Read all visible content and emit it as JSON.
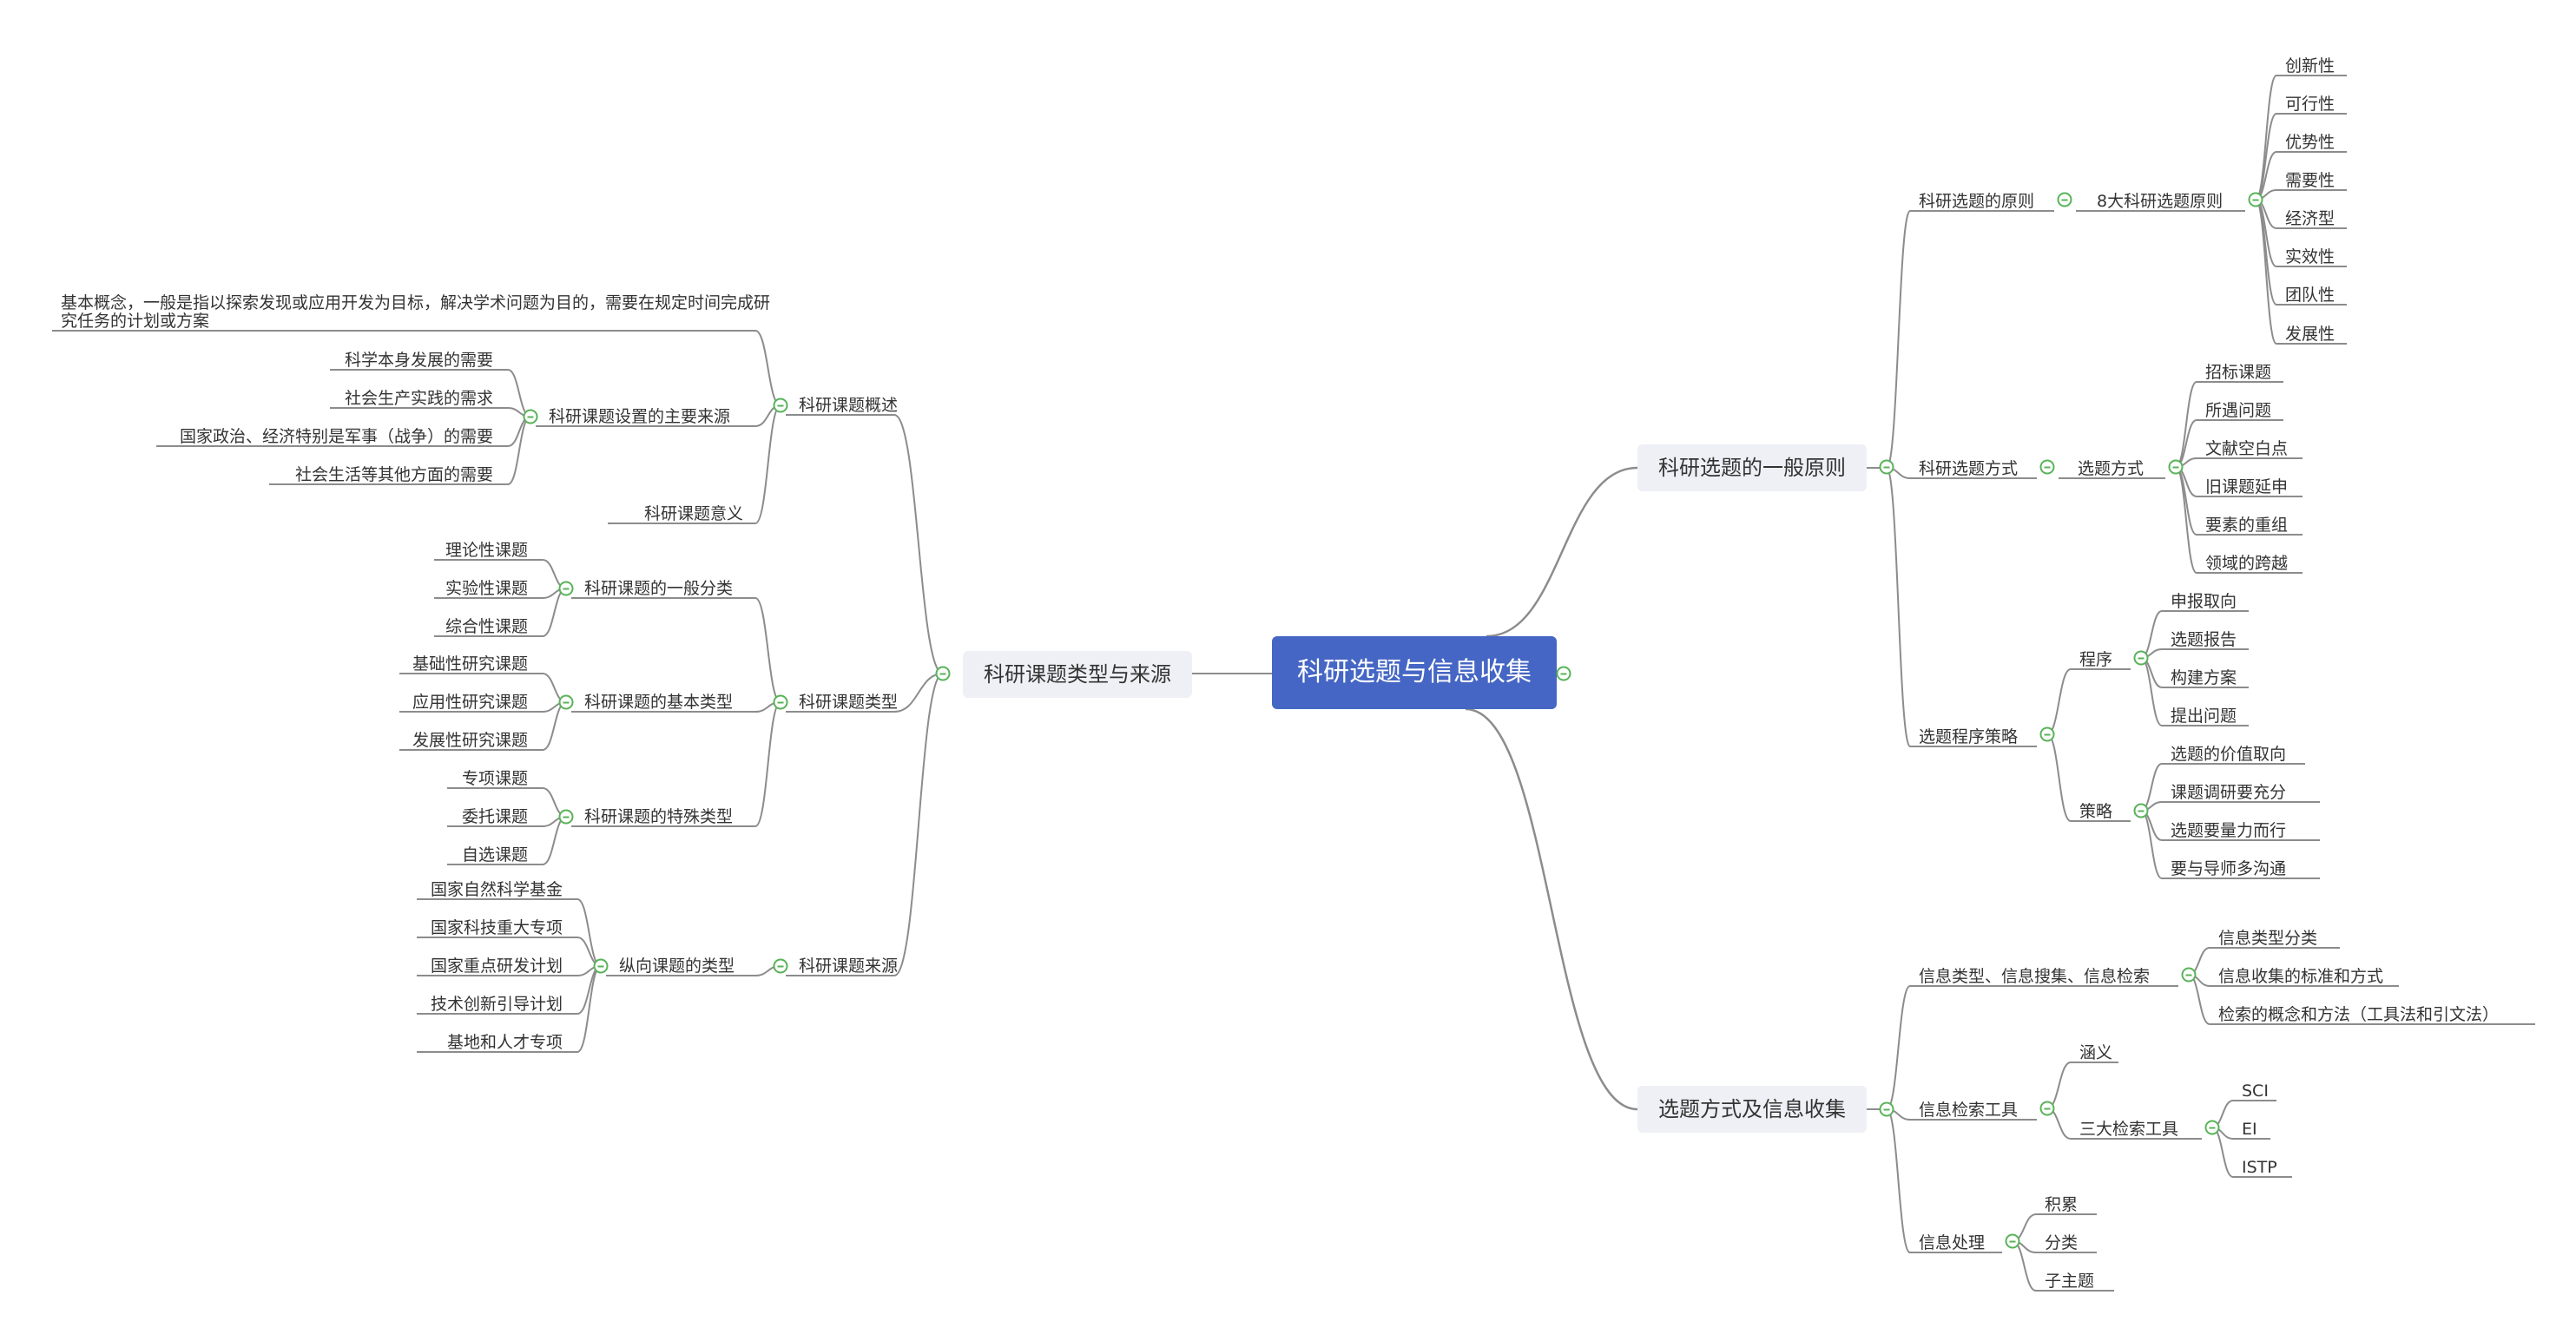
{
  "root": "科研选题与信息收集",
  "colors": {
    "root_fill": "#4566c4",
    "line": "#8c8c8c",
    "toggle": "#58b358",
    "box_fill": "#eef0f5"
  },
  "left": {
    "title": "科研课题类型与来源",
    "overview": {
      "label": "科研课题概述",
      "definition": "基本概念，一般是指以探索发现或应用开发为目标，解决学术问题为目的，需要在规定时间完成研究任务的计划或方案",
      "sources_label": "科研课题设置的主要来源",
      "sources": [
        "科学本身发展的需要",
        "社会生产实践的需求",
        "国家政治、经济特别是军事（战争）的需要",
        "社会生活等其他方面的需要"
      ],
      "meaning": "科研课题意义"
    },
    "types": {
      "label": "科研课题类型",
      "general_label": "科研课题的一般分类",
      "general": [
        "理论性课题",
        "实验性课题",
        "综合性课题"
      ],
      "basic_label": "科研课题的基本类型",
      "basic": [
        "基础性研究课题",
        "应用性研究课题",
        "发展性研究课题"
      ],
      "special_label": "科研课题的特殊类型",
      "special": [
        "专项课题",
        "委托课题",
        "自选课题"
      ]
    },
    "source": {
      "label": "科研课题来源",
      "vertical_label": "纵向课题的类型",
      "vertical": [
        "国家自然科学基金",
        "国家科技重大专项",
        "国家重点研发计划",
        "技术创新引导计划",
        "基地和人才专项"
      ]
    }
  },
  "right": {
    "principles": {
      "title": "科研选题的一般原则",
      "principle_label": "科研选题的原则",
      "eight_label": "8大科研选题原则",
      "eight": [
        "创新性",
        "可行性",
        "优势性",
        "需要性",
        "经济型",
        "实效性",
        "团队性",
        "发展性"
      ],
      "method_label": "科研选题方式",
      "way_label": "选题方式",
      "ways": [
        "招标课题",
        "所遇问题",
        "文献空白点",
        "旧课题延申",
        "要素的重组",
        "领域的跨越"
      ],
      "strategy_label": "选题程序策略",
      "procedure_label": "程序",
      "procedure": [
        "申报取向",
        "选题报告",
        "构建方案",
        "提出问题"
      ],
      "tactics_label": "策略",
      "tactics": [
        "选题的价值取向",
        "课题调研要充分",
        "选题要量力而行",
        "要与导师多沟通"
      ]
    },
    "collection": {
      "title": "选题方式及信息收集",
      "info_label": "信息类型、信息搜集、信息检索",
      "info": [
        "信息类型分类",
        "信息收集的标准和方式",
        "检索的概念和方法（工具法和引文法）"
      ],
      "retrieval_label": "信息检索工具",
      "meaning": "涵义",
      "three_label": "三大检索工具",
      "three": [
        "SCI",
        "EI",
        "ISTP"
      ],
      "processing_label": "信息处理",
      "processing": [
        "积累",
        "分类",
        "子主题"
      ]
    }
  }
}
